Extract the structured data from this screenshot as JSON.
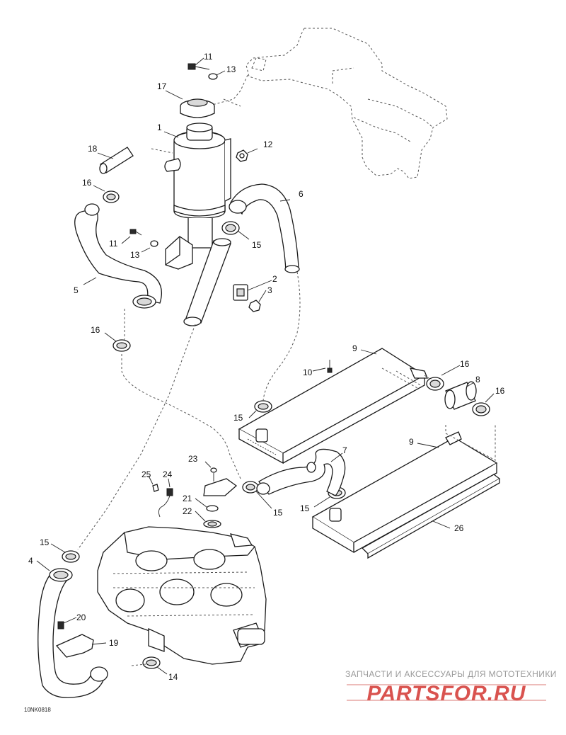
{
  "diagram": {
    "callouts": [
      {
        "id": "c1",
        "text": "1"
      },
      {
        "id": "c2",
        "text": "2"
      },
      {
        "id": "c3",
        "text": "3"
      },
      {
        "id": "c4",
        "text": "4"
      },
      {
        "id": "c5",
        "text": "5"
      },
      {
        "id": "c6",
        "text": "6"
      },
      {
        "id": "c7",
        "text": "7"
      },
      {
        "id": "c8",
        "text": "8"
      },
      {
        "id": "c9a",
        "text": "9"
      },
      {
        "id": "c9b",
        "text": "9"
      },
      {
        "id": "c10",
        "text": "10"
      },
      {
        "id": "c11a",
        "text": "11"
      },
      {
        "id": "c11b",
        "text": "11"
      },
      {
        "id": "c12",
        "text": "12"
      },
      {
        "id": "c13a",
        "text": "13"
      },
      {
        "id": "c13b",
        "text": "13"
      },
      {
        "id": "c14",
        "text": "14"
      },
      {
        "id": "c15a",
        "text": "15"
      },
      {
        "id": "c15b",
        "text": "15"
      },
      {
        "id": "c15c",
        "text": "15"
      },
      {
        "id": "c15d",
        "text": "15"
      },
      {
        "id": "c15e",
        "text": "15"
      },
      {
        "id": "c16a",
        "text": "16"
      },
      {
        "id": "c16b",
        "text": "16"
      },
      {
        "id": "c16c",
        "text": "16"
      },
      {
        "id": "c16d",
        "text": "16"
      },
      {
        "id": "c17",
        "text": "17"
      },
      {
        "id": "c18",
        "text": "18"
      },
      {
        "id": "c19",
        "text": "19"
      },
      {
        "id": "c20",
        "text": "20"
      },
      {
        "id": "c21",
        "text": "21"
      },
      {
        "id": "c22",
        "text": "22"
      },
      {
        "id": "c23",
        "text": "23"
      },
      {
        "id": "c24",
        "text": "24"
      },
      {
        "id": "c25",
        "text": "25"
      },
      {
        "id": "c26",
        "text": "26"
      }
    ],
    "drawing_code": "10NK0818"
  },
  "watermark": {
    "tagline": "ЗАПЧАСТИ И АКСЕССУАРЫ ДЛЯ МОТОТЕХНИКИ",
    "logo_text": "PARTSFOR.RU",
    "color": "#d9534f"
  }
}
